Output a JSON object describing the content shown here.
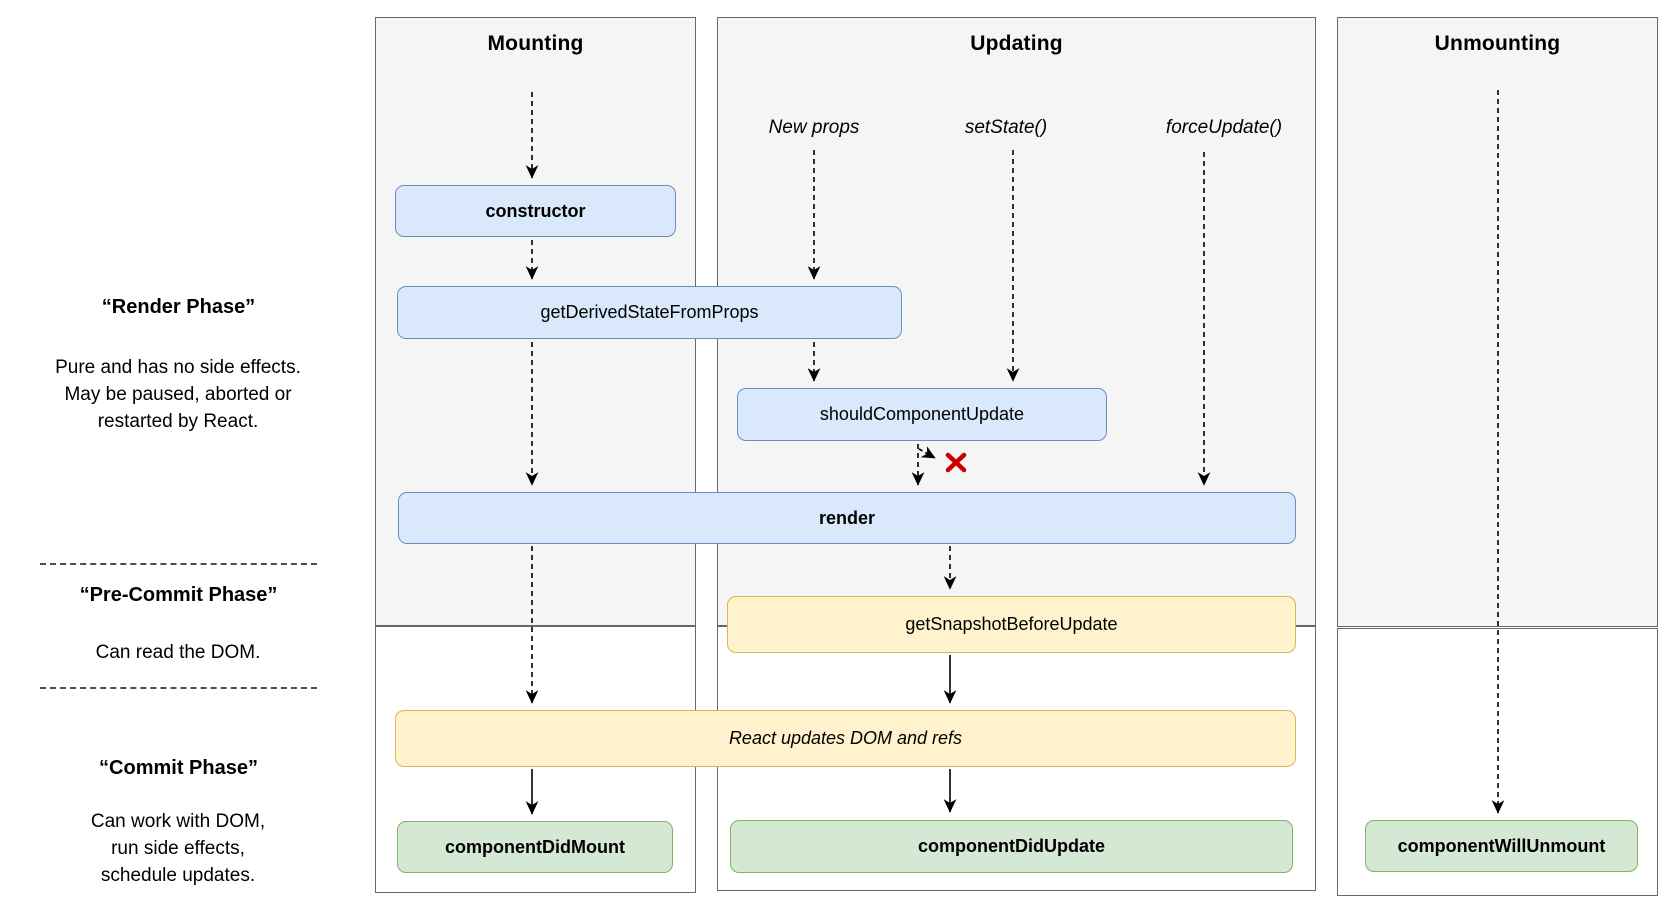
{
  "columns": {
    "mounting": {
      "title": "Mounting"
    },
    "updating": {
      "title": "Updating",
      "triggers": {
        "new_props": "New props",
        "set_state": "setState()",
        "force_update": "forceUpdate()"
      }
    },
    "unmounting": {
      "title": "Unmounting"
    }
  },
  "phases": {
    "render_phase": {
      "title": "“Render Phase”",
      "lines": [
        "Pure and has no side effects.",
        "May be paused, aborted or",
        "restarted by React."
      ]
    },
    "pre_commit_phase": {
      "title": "“Pre-Commit Phase”",
      "lines": [
        "Can read the DOM."
      ]
    },
    "commit_phase": {
      "title": "“Commit Phase”",
      "lines": [
        "Can work with DOM,",
        "run side effects,",
        "schedule updates."
      ]
    }
  },
  "nodes": {
    "constructor": "constructor",
    "get_derived_state_from_props": "getDerivedStateFromProps",
    "should_component_update": "shouldComponentUpdate",
    "render": "render",
    "get_snapshot_before_update": "getSnapshotBeforeUpdate",
    "react_updates_dom": "React updates DOM and refs",
    "component_did_mount": "componentDidMount",
    "component_did_update": "componentDidUpdate",
    "component_will_unmount": "componentWillUnmount"
  },
  "icons": {
    "stop_x": "red cross marking the shouldComponentUpdate false path"
  },
  "colors": {
    "lifecycle_box_fill": "#dae8fc",
    "lifecycle_box_border": "#6c8ebf",
    "dom_box_fill": "#fff2cc",
    "dom_box_border": "#d6b656",
    "effect_box_fill": "#d5e8d4",
    "effect_box_border": "#82b366",
    "column_fill": "#f5f5f5",
    "column_border": "#686868",
    "stop_x_red": "#cc0000",
    "arrow_black": "#000000"
  }
}
